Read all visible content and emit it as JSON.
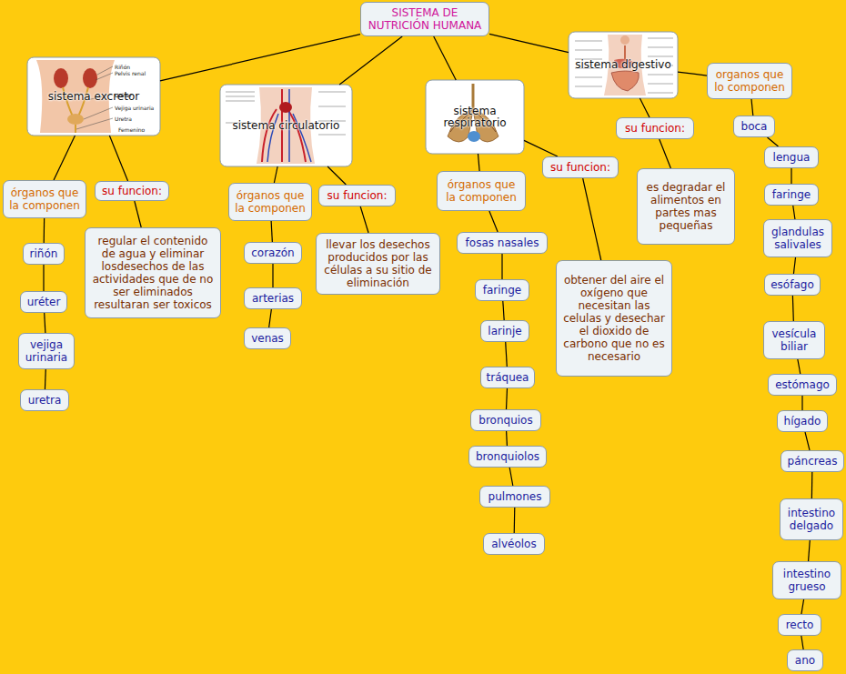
{
  "diagram": {
    "nodes": [
      {
        "text": [
          "SISTEMA DE NUTRICIÓN HUMANA"
        ]
      },
      {
        "text": [
          "sistema excretor"
        ]
      },
      {
        "text": [
          "órganos que la componen"
        ]
      },
      {
        "text": [
          "su funcion:"
        ]
      },
      {
        "text": [
          "regular el contenido de agua y eliminar losdesechos de las actividades que de no ser eliminados resultaran ser toxicos"
        ]
      },
      {
        "text": [
          "riñón"
        ]
      },
      {
        "text": [
          "uréter"
        ]
      },
      {
        "text": [
          "vejiga urinaria"
        ]
      },
      {
        "text": [
          "uretra"
        ]
      },
      {
        "text": [
          "sistema circulatorio"
        ]
      },
      {
        "text": [
          "órganos que la componen"
        ]
      },
      {
        "text": [
          "su funcion:"
        ]
      },
      {
        "text": [
          "llevar los desechos producidos por las células a su sitio de eliminación"
        ]
      },
      {
        "text": [
          "corazón"
        ]
      },
      {
        "text": [
          "arterias"
        ]
      },
      {
        "text": [
          "venas"
        ]
      },
      {
        "text": [
          "sistema respiratorio"
        ]
      },
      {
        "text": [
          "órganos que la componen"
        ]
      },
      {
        "text": [
          "su funcion:"
        ]
      },
      {
        "text": [
          "obtener del aire el oxígeno que necesitan las celulas y desechar el dioxido de carbono que no es necesario"
        ]
      },
      {
        "text": [
          "fosas nasales"
        ]
      },
      {
        "text": [
          "faringe"
        ]
      },
      {
        "text": [
          "larinje"
        ]
      },
      {
        "text": [
          "tráquea"
        ]
      },
      {
        "text": [
          "bronquios"
        ]
      },
      {
        "text": [
          "bronquiolos"
        ]
      },
      {
        "text": [
          "pulmones"
        ]
      },
      {
        "text": [
          "alvéolos"
        ]
      },
      {
        "text": [
          "sistema digestivo"
        ]
      },
      {
        "text": [
          "organos que lo componen"
        ]
      },
      {
        "text": [
          "su funcion:"
        ]
      },
      {
        "text": [
          "es degradar el alimentos en partes mas pequeñas"
        ]
      },
      {
        "text": [
          "boca"
        ]
      },
      {
        "text": [
          "lengua"
        ]
      },
      {
        "text": [
          "faringe"
        ]
      },
      {
        "text": [
          "glandulas salivales"
        ]
      },
      {
        "text": [
          "esófago"
        ]
      },
      {
        "text": [
          "vesícula biliar"
        ]
      },
      {
        "text": [
          "estómago"
        ]
      },
      {
        "text": [
          "hígado"
        ]
      },
      {
        "text": [
          "páncreas"
        ]
      },
      {
        "text": [
          "intestino delgado"
        ]
      },
      {
        "text": [
          "intestino grueso"
        ]
      },
      {
        "text": [
          "recto"
        ]
      },
      {
        "text": [
          "ano"
        ]
      }
    ],
    "edges": [
      {
        "from": 0,
        "to": 1,
        "arrow": "none"
      },
      {
        "from": 0,
        "to": 9,
        "arrow": "none"
      },
      {
        "from": 0,
        "to": 16,
        "arrow": "none"
      },
      {
        "from": 0,
        "to": 28,
        "arrow": "none"
      },
      {
        "from": 1,
        "to": 2,
        "arrow": "none"
      },
      {
        "from": 1,
        "to": 3,
        "arrow": "none"
      },
      {
        "from": 3,
        "to": 4,
        "arrow": "none"
      },
      {
        "from": 2,
        "to": 5,
        "arrow": "none"
      },
      {
        "from": 5,
        "to": 6,
        "arrow": "none"
      },
      {
        "from": 6,
        "to": 7,
        "arrow": "none"
      },
      {
        "from": 7,
        "to": 8,
        "arrow": "none"
      },
      {
        "from": 9,
        "to": 10,
        "arrow": "none"
      },
      {
        "from": 9,
        "to": 11,
        "arrow": "none"
      },
      {
        "from": 11,
        "to": 12,
        "arrow": "none"
      },
      {
        "from": 10,
        "to": 13,
        "arrow": "none"
      },
      {
        "from": 13,
        "to": 14,
        "arrow": "none"
      },
      {
        "from": 14,
        "to": 15,
        "arrow": "none"
      },
      {
        "from": 16,
        "to": 17,
        "arrow": "none"
      },
      {
        "from": 16,
        "to": 18,
        "arrow": "none"
      },
      {
        "from": 18,
        "to": 19,
        "arrow": "none"
      },
      {
        "from": 17,
        "to": 20,
        "arrow": "none"
      },
      {
        "from": 20,
        "to": 21,
        "arrow": "none"
      },
      {
        "from": 21,
        "to": 22,
        "arrow": "none"
      },
      {
        "from": 22,
        "to": 23,
        "arrow": "none"
      },
      {
        "from": 23,
        "to": 24,
        "arrow": "none"
      },
      {
        "from": 24,
        "to": 25,
        "arrow": "none"
      },
      {
        "from": 25,
        "to": 26,
        "arrow": "none"
      },
      {
        "from": 26,
        "to": 27,
        "arrow": "none"
      },
      {
        "from": 28,
        "to": 29,
        "arrow": "none"
      },
      {
        "from": 28,
        "to": 30,
        "arrow": "none"
      },
      {
        "from": 30,
        "to": 31,
        "arrow": "none"
      },
      {
        "from": 29,
        "to": 32,
        "arrow": "none"
      },
      {
        "from": 32,
        "to": 33,
        "arrow": "none"
      },
      {
        "from": 33,
        "to": 34,
        "arrow": "none"
      },
      {
        "from": 34,
        "to": 35,
        "arrow": "none"
      },
      {
        "from": 35,
        "to": 36,
        "arrow": "none"
      },
      {
        "from": 36,
        "to": 37,
        "arrow": "none"
      },
      {
        "from": 37,
        "to": 38,
        "arrow": "none"
      },
      {
        "from": 38,
        "to": 39,
        "arrow": "none"
      },
      {
        "from": 39,
        "to": 40,
        "arrow": "none"
      },
      {
        "from": 40,
        "to": 41,
        "arrow": "none"
      },
      {
        "from": 41,
        "to": 42,
        "arrow": "none"
      },
      {
        "from": 42,
        "to": 43,
        "arrow": "none"
      },
      {
        "from": 43,
        "to": 44,
        "arrow": "none"
      }
    ],
    "labels": [
      "Riñón",
      "Pelvis renal",
      "Uréter",
      "Vejiga urinaria",
      "Uretra",
      "Femenino"
    ]
  }
}
